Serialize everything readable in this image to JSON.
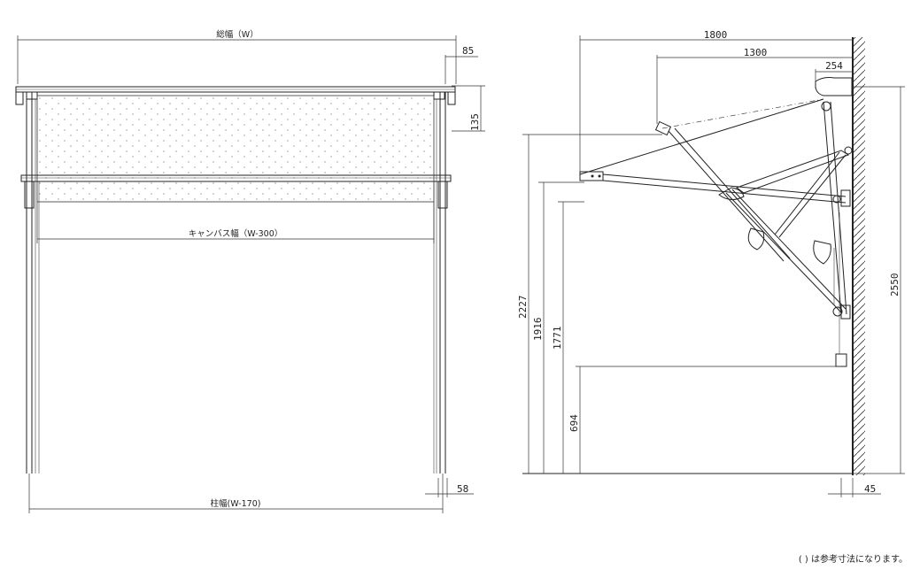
{
  "front_view": {
    "total_width_label": "総幅（W）",
    "canvas_width_label": "キャンバス幅（W-300）",
    "post_width_label": "柱幅(W-170)",
    "dim_85": "85",
    "dim_135": "135",
    "dim_58": "58"
  },
  "side_view": {
    "dim_1800": "1800",
    "dim_1300": "1300",
    "dim_254": "254",
    "dim_2227": "2227",
    "dim_1916": "1916",
    "dim_1771": "1771",
    "dim_694": "694",
    "dim_2550": "2550",
    "dim_45": "45"
  },
  "footnote": "( ) は参考寸法になります。"
}
